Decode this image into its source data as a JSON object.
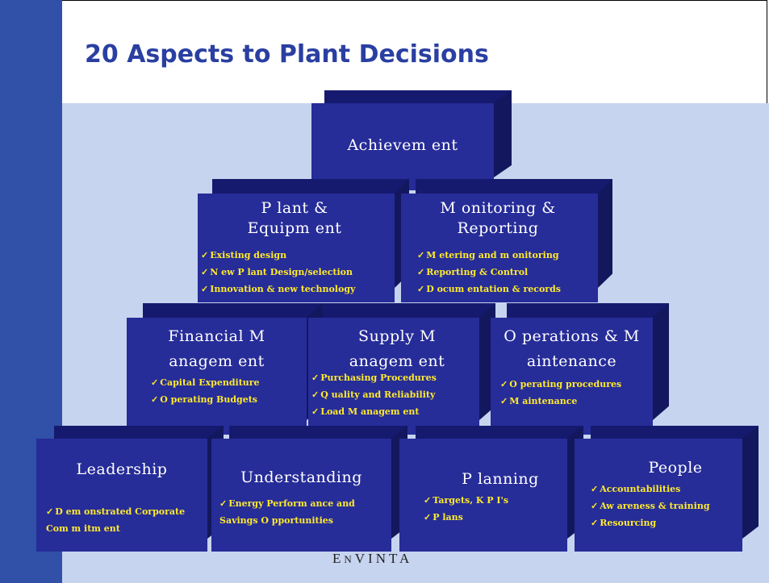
{
  "title": "20 Aspects to Plant Decisions",
  "blocks": {
    "achievement": {
      "title": "Achievem ent"
    },
    "plant": {
      "title": "P lant & Equipm ent",
      "items": [
        "Existing design",
        "N ew P lant Design/selection",
        "Innovation & new technology"
      ]
    },
    "monitoring": {
      "title": "M onitoring & Reporting",
      "items": [
        "M etering and m onitoring",
        "Reporting & Control",
        "D ocum entation & records"
      ]
    },
    "financial": {
      "title": "Financial M anagem ent",
      "items": [
        "Capital Expenditure",
        "O perating Budgets"
      ]
    },
    "supply": {
      "title": "Supply M anagem ent",
      "items": [
        "Purchasing Procedures",
        "Q uality and Reliability",
        "Load M anagem ent"
      ]
    },
    "operations": {
      "title": "O perations & M aintenance",
      "items": [
        "O perating procedures",
        "M aintenance"
      ]
    },
    "leadership": {
      "title": "Leadership",
      "items": [
        "D em onstrated Corporate Com m itm ent"
      ]
    },
    "understanding": {
      "title": "Understanding",
      "items": [
        "Energy Perform ance and Savings O pportunities"
      ]
    },
    "planning": {
      "title": "P lanning",
      "items": [
        "Targets, K P I's",
        "P lans"
      ]
    },
    "people": {
      "title": "People",
      "items": [
        "Accountabilities",
        "Aw areness & training",
        "Resourcing"
      ]
    }
  },
  "logo": {
    "text": "ENVINTA",
    "first": "E",
    "mid": "N",
    "rest": "VINTA"
  },
  "colors": {
    "sidebar": "#3150a8",
    "background": "#c7d4ef",
    "title": "#2a3fa1",
    "block_face": "#262c98",
    "block_top": "#161a6f",
    "item_text": "#ffea2e"
  }
}
